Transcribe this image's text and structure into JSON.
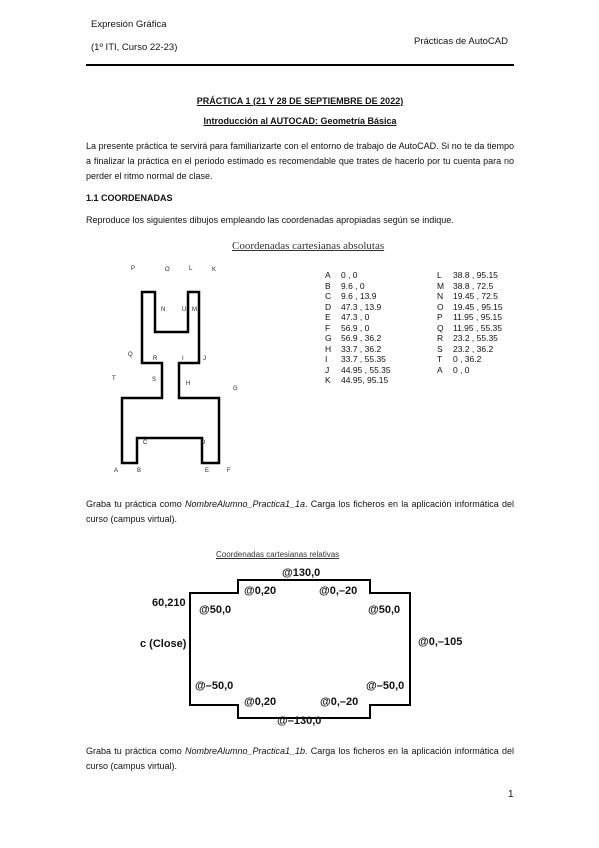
{
  "header": {
    "left_line1": "Expresión Gráfica",
    "left_line2": "(1º ITI, Curso 22-23)",
    "right": "Prácticas de AutoCAD"
  },
  "title": "PRÁCTICA 1 (21 Y 28 DE SEPTIEMBRE DE 2022)",
  "subtitle": "Introducción al AUTOCAD: Geometría Básica",
  "intro": "La presente práctica te servirá para familiarizarte con el entorno de trabajo de AutoCAD. Si no te da tiempo a finalizar la práctica en el periodo estimado es recomendable que trates de hacerlo por tu cuenta para no perder el ritmo normal de clase.",
  "section": "1.1 COORDENADAS",
  "section_text": "Reproduce los siguientes dibujos empleando las coordenadas apropiadas según se indique.",
  "fig1": {
    "title": "Coordenadas cartesianas absolutas",
    "points": [
      "A",
      "B",
      "C",
      "D",
      "E",
      "F",
      "G",
      "H",
      "I",
      "J",
      "K",
      "L",
      "M",
      "N",
      "O",
      "P",
      "Q",
      "R",
      "S",
      "T",
      "U"
    ],
    "table_left": [
      {
        "k": "A",
        "v": "0 , 0"
      },
      {
        "k": "B",
        "v": "9.6 , 0"
      },
      {
        "k": "C",
        "v": "9.6 , 13.9"
      },
      {
        "k": "D",
        "v": "47.3 , 13.9"
      },
      {
        "k": "E",
        "v": "47.3 , 0"
      },
      {
        "k": "F",
        "v": "56.9 , 0"
      },
      {
        "k": "G",
        "v": "56.9 , 36.2"
      },
      {
        "k": "H",
        "v": "33.7 , 36.2"
      },
      {
        "k": "I",
        "v": "33.7 , 55.35"
      },
      {
        "k": "J",
        "v": "44.95 , 55.35"
      },
      {
        "k": "K",
        "v": "44.95, 95.15"
      }
    ],
    "table_right": [
      {
        "k": "L",
        "v": "38.8 , 95.15"
      },
      {
        "k": "M",
        "v": "38.8 , 72.5"
      },
      {
        "k": "N",
        "v": "19.45 , 72.5"
      },
      {
        "k": "O",
        "v": "19.45 , 95.15"
      },
      {
        "k": "P",
        "v": "11.95 , 95.15"
      },
      {
        "k": "Q",
        "v": "11.95 , 55.35"
      },
      {
        "k": "R",
        "v": "23.2 , 55.35"
      },
      {
        "k": "S",
        "v": "23.2 , 36.2"
      },
      {
        "k": "T",
        "v": "0 , 36.2"
      },
      {
        "k": "A",
        "v": "0 , 0"
      }
    ]
  },
  "save1_prefix": "Graba tu práctica como ",
  "save1_name": "NombreAlumno_Practica1_1a",
  "save1_suffix": ". Carga los ficheros en la aplicación informática del curso (campus virtual).",
  "fig2": {
    "title": "Coordenadas cartesianas relativas",
    "start": "60,210",
    "close": "c (Close)",
    "top": "@130,0",
    "tl_up": "@0,20",
    "tr_down": "@0,–20",
    "tl_side": "@50,0",
    "tr_side": "@50,0",
    "right": "@0,–105",
    "bl_side": "@–50,0",
    "br_side": "@–50,0",
    "bl_up": "@0,20",
    "br_down": "@0,–20",
    "bottom": "@–130,0"
  },
  "save2_prefix": "Graba tu práctica como ",
  "save2_name": "NombreAlumno_Practica1_1b",
  "save2_suffix": ". Carga los ficheros en la aplicación informática del curso (campus virtual).",
  "page_number": "1"
}
